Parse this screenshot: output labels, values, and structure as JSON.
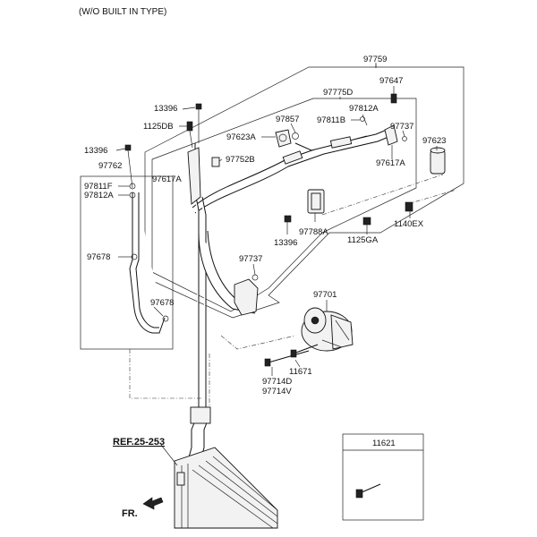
{
  "header": {
    "title": "(W/O BUILT IN TYPE)"
  },
  "labels": {
    "p97759": "97759",
    "p97647": "97647",
    "p97775D": "97775D",
    "p13396_top": "13396",
    "p1125DB": "1125DB",
    "p97857": "97857",
    "p97812A_top": "97812A",
    "p97811B": "97811B",
    "p97737_top": "97737",
    "p97623A": "97623A",
    "p97623": "97623",
    "p13396_left": "13396",
    "p97752B": "97752B",
    "p97617A_right": "97617A",
    "p97762": "97762",
    "p97617A_left": "97617A",
    "p97811F": "97811F",
    "p97812A_left": "97812A",
    "p1140EX": "1140EX",
    "p97788A": "97788A",
    "p1125GA": "1125GA",
    "p13396_mid": "13396",
    "p97678_upper": "97678",
    "p97737_mid": "97737",
    "p97701": "97701",
    "p97678_lower": "97678",
    "p11671": "11671",
    "p97714D": "97714D",
    "p97714V": "97714V",
    "p11621": "11621",
    "ref": "REF.25-253",
    "fr": "FR."
  }
}
